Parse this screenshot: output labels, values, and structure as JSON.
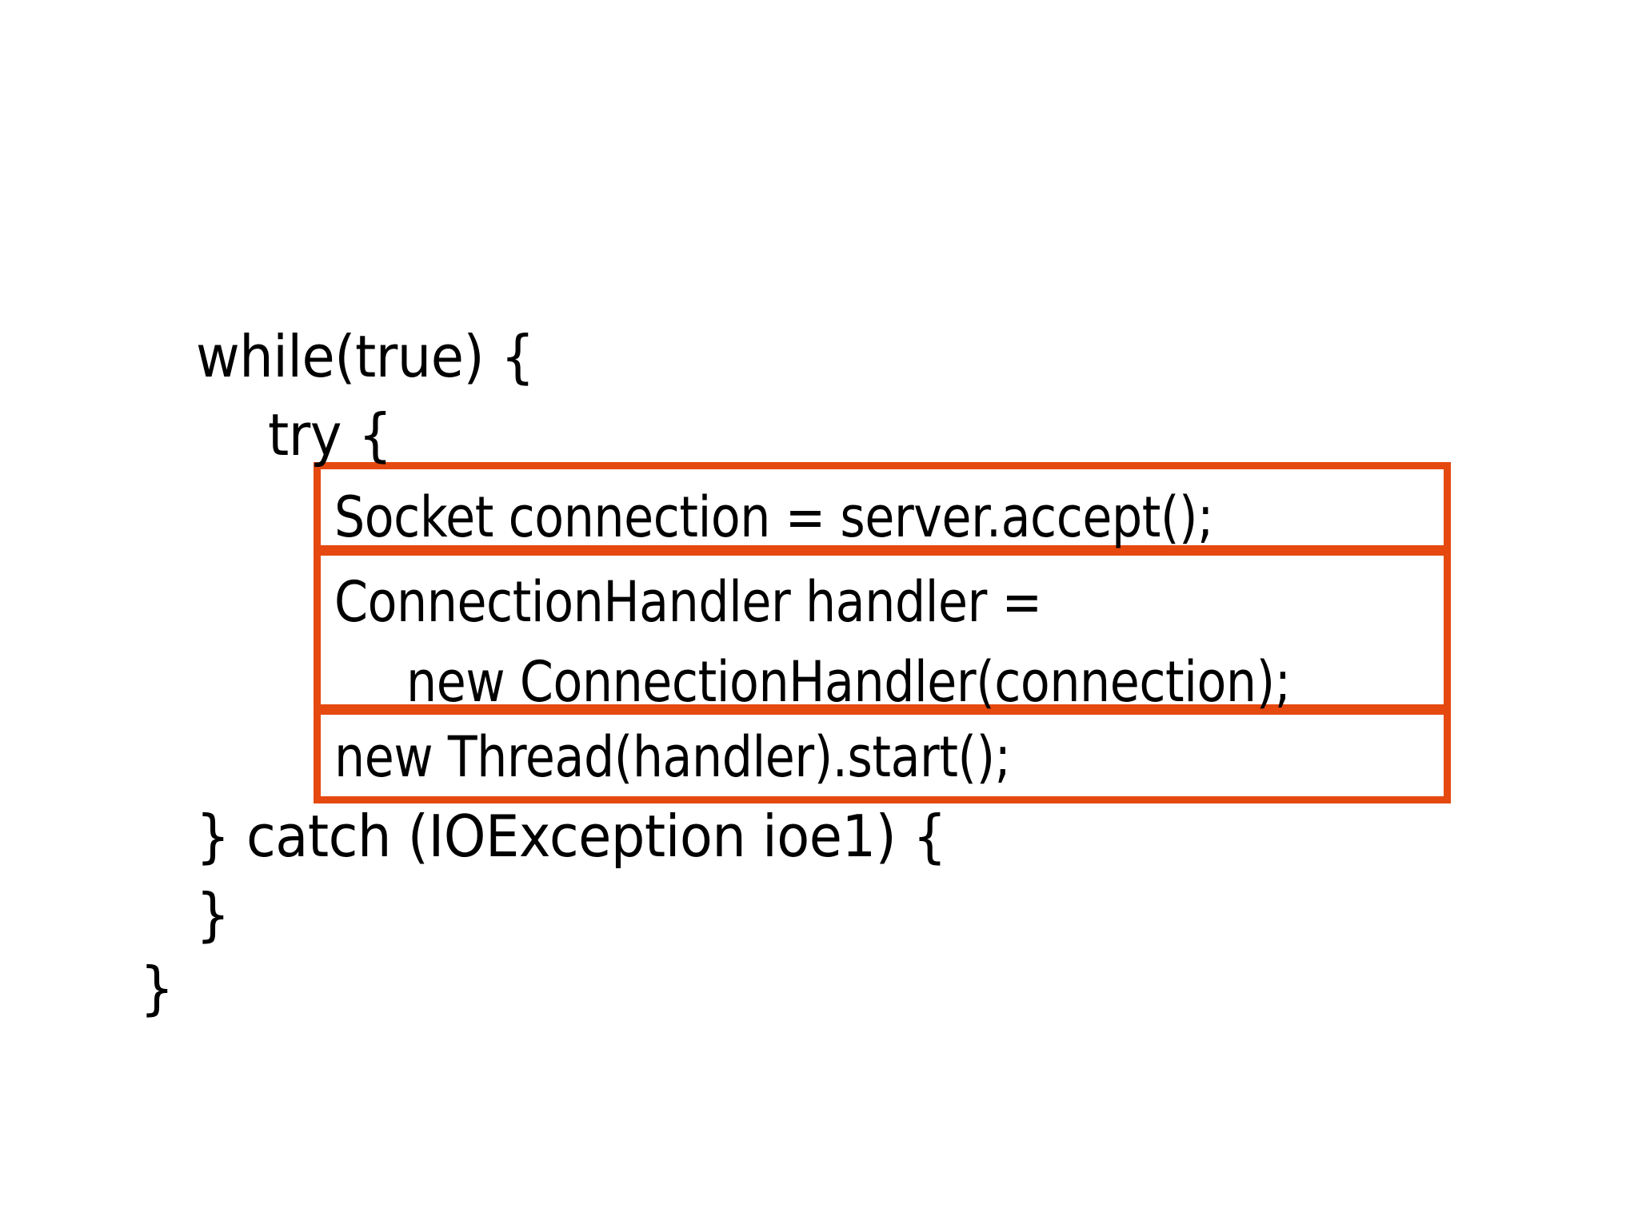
{
  "slide": {
    "background_color": "#FFFFFF",
    "text_color": "#000000",
    "highlight_color": "#E5490F",
    "title": "",
    "code_language": "Java"
  },
  "code": {
    "lines": [
      {
        "id": "line-while",
        "text": "while(true) {",
        "indent": 0,
        "highlighted": false
      },
      {
        "id": "line-try",
        "text": "try {",
        "indent": 1,
        "highlighted": false
      },
      {
        "id": "line-accept",
        "text": "Socket connection = server.accept();",
        "indent": 2,
        "highlighted": true
      },
      {
        "id": "line-handler-decl",
        "text": "ConnectionHandler handler =",
        "indent": 2,
        "highlighted": true
      },
      {
        "id": "line-handler-new",
        "text": "new ConnectionHandler(connection);",
        "indent": 3,
        "highlighted": true
      },
      {
        "id": "line-thread-start",
        "text": "new Thread(handler).start();",
        "indent": 2,
        "highlighted": true
      },
      {
        "id": "line-catch",
        "text": "} catch (IOException ioe1) {",
        "indent": 0,
        "highlighted": false
      },
      {
        "id": "line-close-inner",
        "text": "}",
        "indent": 0,
        "highlighted": false
      },
      {
        "id": "line-close-outer",
        "text": "}",
        "indent": 0,
        "highlighted": false
      }
    ]
  },
  "highlight_boxes": [
    {
      "id": "box-accept",
      "label": "accept-call-highlight",
      "contains": "Socket connection = server.accept();"
    },
    {
      "id": "box-handler",
      "label": "handler-construction-highlight",
      "contains": "ConnectionHandler handler = new ConnectionHandler(connection);"
    },
    {
      "id": "box-thread",
      "label": "thread-start-highlight",
      "contains": "new Thread(handler).start();"
    }
  ]
}
